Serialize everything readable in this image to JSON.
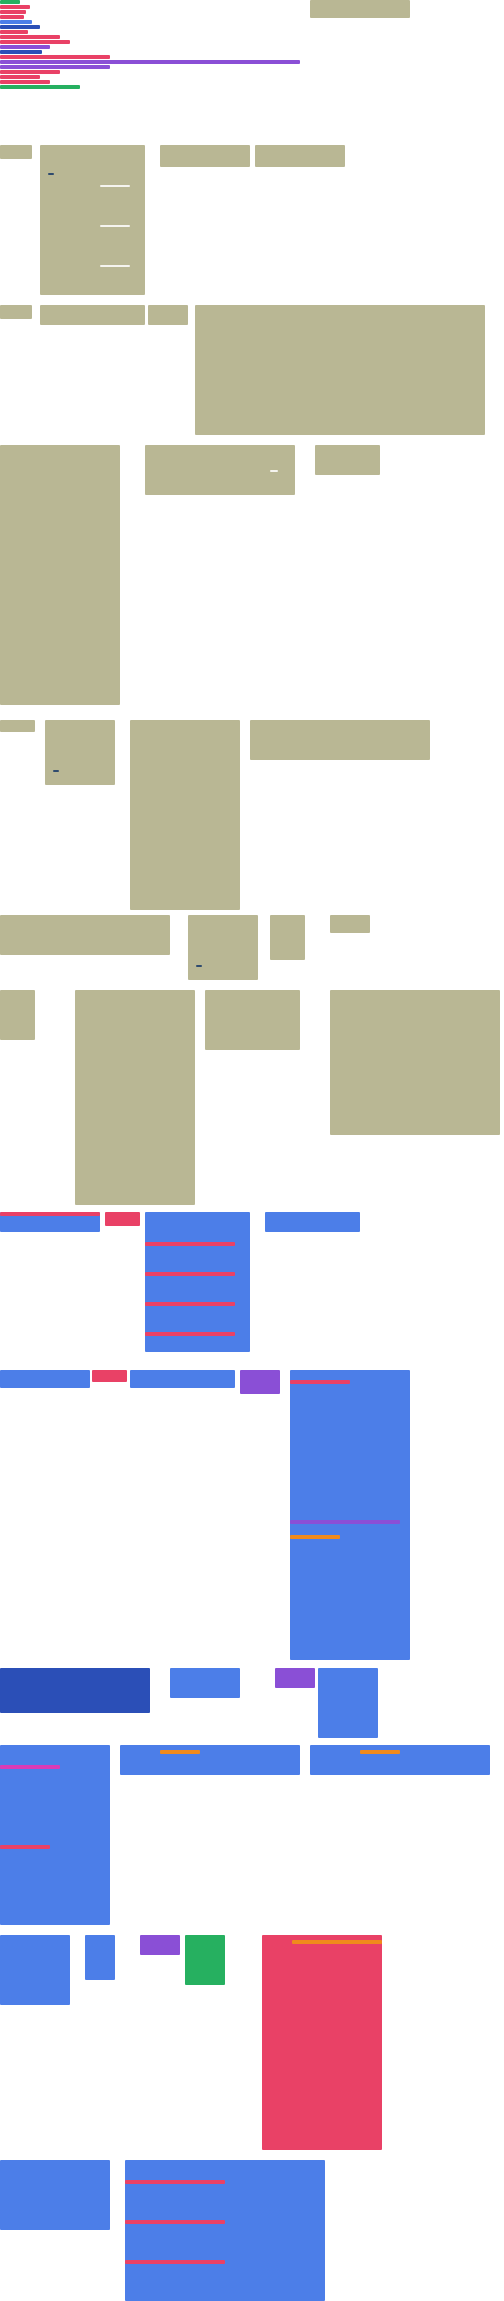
{
  "workspace": {
    "background": "#ffffff",
    "palette": {
      "olive": "#a7a47f",
      "red": "#e94166",
      "blue": "#4c7ee8",
      "dark_blue": "#2b4fb7",
      "purple": "#8a4fd6",
      "green": "#26b060",
      "orange": "#f08a1c",
      "sky": "#49a8ea",
      "pink": "#d93bb6"
    },
    "note": ""
  },
  "stacks": [
    {
      "id": "s1",
      "color": "red"
    },
    {
      "id": "s2",
      "color": "olive"
    },
    {
      "id": "s3",
      "color": "olive"
    },
    {
      "id": "s4",
      "color": "olive"
    },
    {
      "id": "s5",
      "color": "olive"
    },
    {
      "id": "s6",
      "color": "olive"
    },
    {
      "id": "s7",
      "color": "olive"
    },
    {
      "id": "s8",
      "color": "olive"
    },
    {
      "id": "s9",
      "color": "olive"
    },
    {
      "id": "s10",
      "color": "blue"
    },
    {
      "id": "s11",
      "color": "blue"
    },
    {
      "id": "s12",
      "color": "blue"
    },
    {
      "id": "s13",
      "color": "blue"
    },
    {
      "id": "s14",
      "color": "blue"
    },
    {
      "id": "s15",
      "color": "blue"
    }
  ]
}
